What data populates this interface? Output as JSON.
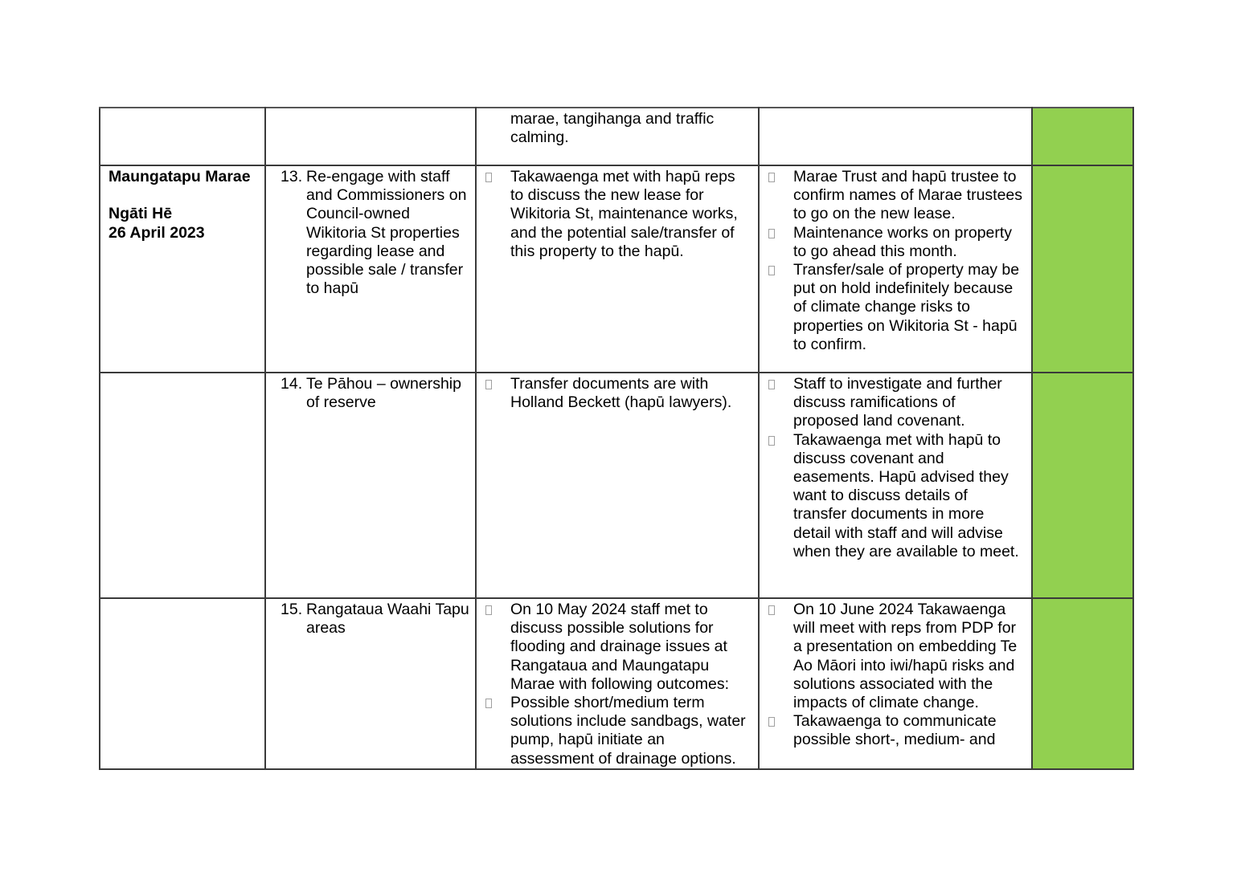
{
  "table": {
    "rows": [
      {
        "marae": "",
        "sub": "",
        "date": "",
        "number": "",
        "issue": "",
        "update_continuation": "marae, tangihanga and traffic calming.",
        "updates": [],
        "actions": []
      },
      {
        "marae": "Maungatapu Marae",
        "sub": "Ngāti Hē",
        "date": "26 April 2023",
        "number": "13.",
        "issue": "Re-engage with staff and Commissioners on Council-owned Wikitoria St properties regarding lease and possible sale / transfer to hapū",
        "update_continuation": "",
        "updates": [
          "Takawaenga met with hapū reps to discuss the new lease for Wikitoria St, maintenance works, and the potential sale/transfer of this property to the hapū."
        ],
        "actions": [
          "Marae Trust and hapū trustee to confirm names of Marae trustees to go on the new lease.",
          "Maintenance works on property to go ahead this month.",
          "Transfer/sale of property may be put on hold indefinitely because of climate change risks to properties on Wikitoria St - hapū to confirm."
        ]
      },
      {
        "marae": "",
        "sub": "",
        "date": "",
        "number": "14.",
        "issue": "Te Pāhou – ownership of reserve",
        "update_continuation": "",
        "updates": [
          "Transfer documents are with Holland Beckett (hapū lawyers)."
        ],
        "actions": [
          "Staff to investigate and further discuss ramifications of proposed land covenant.",
          "Takawaenga met with hapū to discuss covenant and easements.  Hapū advised they want to discuss details of transfer documents in more detail with staff and will advise when they are available to meet."
        ]
      },
      {
        "marae": "",
        "sub": "",
        "date": "",
        "number": "15.",
        "issue": "Rangataua Waahi Tapu areas",
        "update_continuation": "",
        "updates": [
          "On 10 May 2024 staff met to discuss possible solutions for flooding and drainage issues at Rangataua and Maungatapu Marae with following outcomes:",
          "Possible short/medium term solutions include sandbags, water pump, hapū initiate an assessment of drainage options."
        ],
        "actions": [
          "On 10 June 2024 Takawaenga will meet with reps from PDP for a presentation on embedding Te Ao Māori into iwi/hapū risks and solutions associated with the impacts of climate change.",
          "Takawaenga to communicate possible short-, medium- and"
        ]
      }
    ]
  }
}
